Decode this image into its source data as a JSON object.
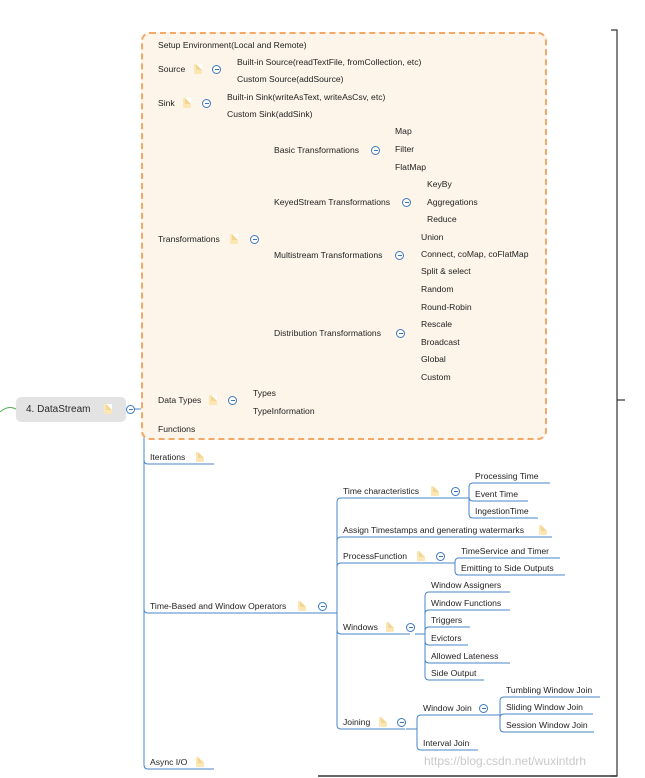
{
  "root": {
    "label": "4. DataStream"
  },
  "nodes": {
    "setup_environment": "Setup Environment(Local and Remote)",
    "source": "Source",
    "builtin_source": "Built-in Source(readTextFile, fromCollection, etc)",
    "custom_source": "Custom Source(addSource)",
    "sink": "Sink",
    "builtin_sink": "Built-in Sink(writeAsText, writeAsCsv, etc)",
    "custom_sink": "Custom Sink(addSink)",
    "transformations": "Transformations",
    "basic_transformations": "Basic Transformations",
    "map": "Map",
    "filter": "Filter",
    "flatmap": "FlatMap",
    "keyedstream_transformations": "KeyedStream Transformations",
    "keyby": "KeyBy",
    "aggregations": "Aggregations",
    "reduce": "Reduce",
    "multistream_transformations": "Multistream Transformations",
    "union": "Union",
    "connect": "Connect, coMap, coFlatMap",
    "split_select": "Split & select",
    "distribution_transformations": "Distribution Transformations",
    "random": "Random",
    "round_robin": "Round-Robin",
    "rescale": "Rescale",
    "broadcast": "Broadcast",
    "global": "Global",
    "custom": "Custom",
    "data_types": "Data Types",
    "types": "Types",
    "typeinformation": "TypeInformation",
    "functions": "Functions",
    "iterations": "Iterations",
    "time_window_operators": "Time-Based and Window Operators",
    "time_characteristics": "Time characteristics",
    "processing_time": "Processing Time",
    "event_time": "Event Time",
    "ingestion_time": "IngestionTime",
    "assign_timestamps": "Assign Timestamps and generating watermarks",
    "process_function": "ProcessFunction",
    "timeservice_timer": "TimeService and Timer",
    "side_outputs": "Emitting to Side Outputs",
    "windows": "Windows",
    "window_assigners": "Window Assigners",
    "window_functions": "Window Functions",
    "triggers": "Triggers",
    "evictors": "Evictors",
    "allowed_lateness": "Allowed Lateness",
    "side_output": "Side Output",
    "joining": "Joining",
    "window_join": "Window Join",
    "tumbling_window_join": "Tumbling Window Join",
    "sliding_window_join": "Sliding Window Join",
    "session_window_join": "Session Window Join",
    "interval_join": "Interval Join",
    "async_io": "Async I/O"
  },
  "watermark": "https://blog.csdn.net/wuxintdrh",
  "colors": {
    "line": "#4a86c8",
    "group_border": "#f2a968",
    "group_fill": "#fdf4ea",
    "root_fill": "#e3e3e3",
    "note": "#fbe6b4"
  },
  "icons": {
    "note": "note-icon",
    "collapse": "collapse-icon"
  }
}
